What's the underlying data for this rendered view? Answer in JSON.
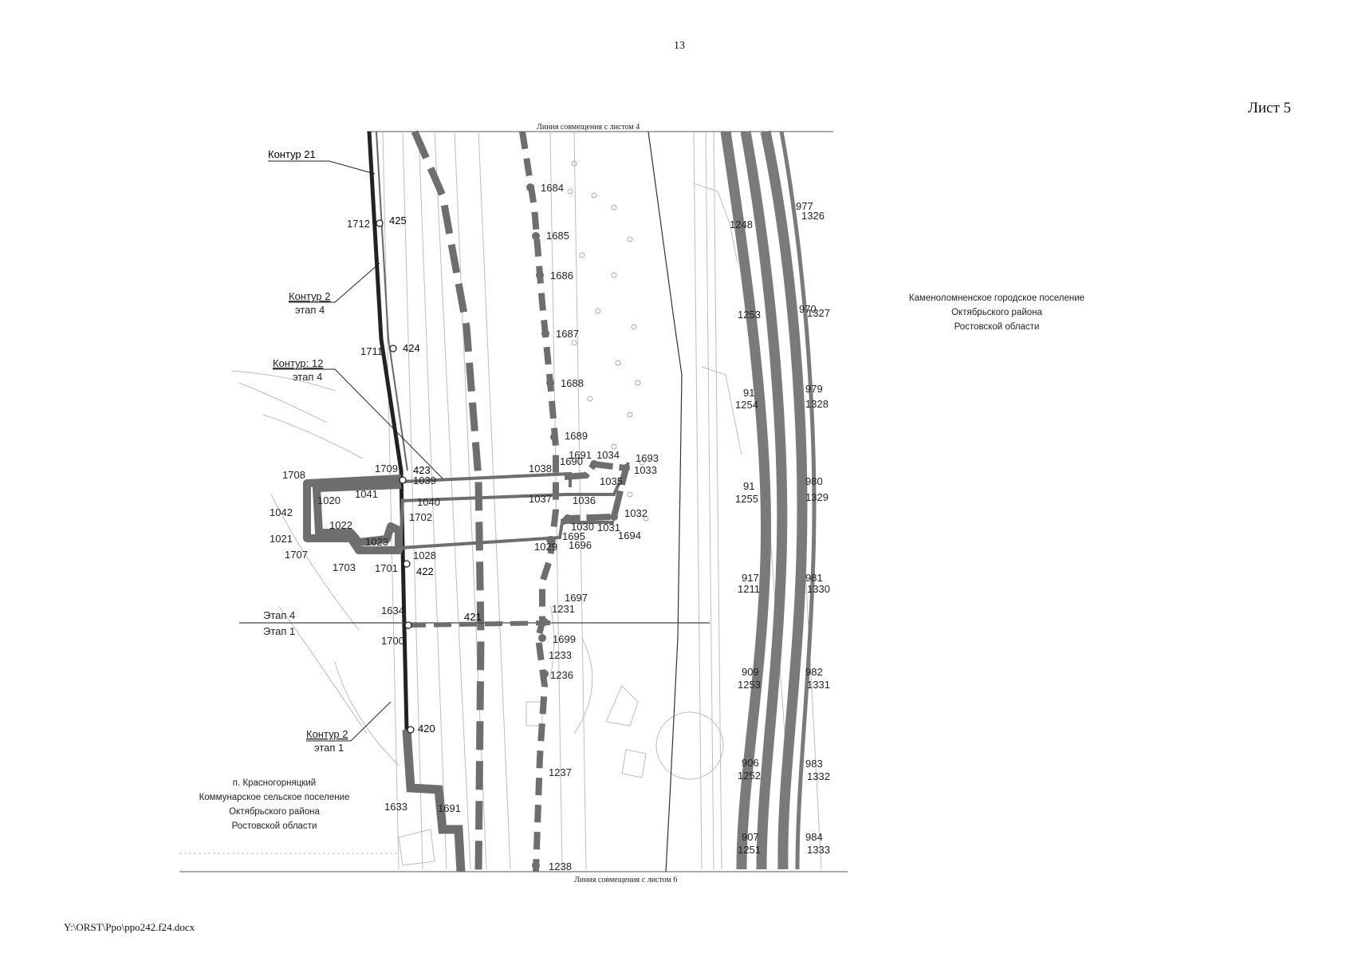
{
  "page_number": "13",
  "sheet_label": "Лист 5",
  "footer_path": "Y:\\ORST\\Ppo\\ppo242.f24.docx",
  "map": {
    "top_caption": "Линия совмещения с листом 4",
    "bottom_caption": "Линия совмещения с листом 6",
    "contour_labels": {
      "k21": "Контур 21",
      "k2a": "Контур 2",
      "k2a_stage": "этап 4",
      "k12": "Контур: 12",
      "k12_stage": "этап 4",
      "k2b": "Контур 2",
      "k2b_stage": "этап 1"
    },
    "stage_labels": {
      "upper": "Этап 4",
      "lower": "Этап 1"
    },
    "area_right": [
      "Каменоломненское городское поселение",
      "Октябрьского района",
      "Ростовской области"
    ],
    "area_left": [
      "п. Красногорняцкий",
      "Коммунарское сельское поселение",
      "Октябрьского района",
      "Ростовской области"
    ],
    "boundary_points": [
      "425",
      "424",
      "423",
      "422",
      "421",
      "420"
    ],
    "point_numbers": {
      "p1712": "1712",
      "p1711": "1711",
      "p1709": "1709",
      "p1708": "1708",
      "p1041": "1041",
      "p1020": "1020",
      "p1039": "1039",
      "p1040": "1040",
      "p1042": "1042",
      "p1022": "1022",
      "p1702": "1702",
      "p1021": "1021",
      "p1023": "1023",
      "p1028": "1028",
      "p1701": "1701",
      "p1703": "1703",
      "p1707": "1707",
      "p1634": "1634",
      "p1700": "1700",
      "p1633": "1633",
      "p1691": "1691",
      "p1684": "1684",
      "p1685": "1685",
      "p1686": "1686",
      "p1687": "1687",
      "p1688": "1688",
      "p1689": "1689",
      "p1690": "1690",
      "p1691b": "1691",
      "p1034": "1034",
      "p1693": "1693",
      "p1033": "1033",
      "p1035": "1035",
      "p1038": "1038",
      "p1037": "1037",
      "p1036": "1036",
      "p1032": "1032",
      "p1030": "1030",
      "p1031": "1031",
      "p1695": "1695",
      "p1696": "1696",
      "p1694": "1694",
      "p1029": "1029",
      "p1697": "1697",
      "p1231": "1231",
      "p1699": "1699",
      "p1233": "1233",
      "p1236": "1236",
      "p1237": "1237",
      "p1238": "1238",
      "p977": "977",
      "p1326": "1326",
      "p1248": "1248",
      "p970": "970",
      "p1327": "1327",
      "p1253": "1253",
      "p979": "979",
      "p1328": "1328",
      "p91a": "91",
      "p1254": "1254",
      "p980": "980",
      "p1329": "1329",
      "p91b": "91",
      "p1255": "1255",
      "p981": "981",
      "p1330": "1330",
      "p917": "917",
      "p1211": "1211",
      "p982": "982",
      "p1331": "1331",
      "p909": "909",
      "p1253b": "1253",
      "p983": "983",
      "p1332": "1332",
      "p906": "906",
      "p1252": "1252",
      "p984": "984",
      "p1333": "1333",
      "p907": "907",
      "p1251": "1251"
    }
  }
}
